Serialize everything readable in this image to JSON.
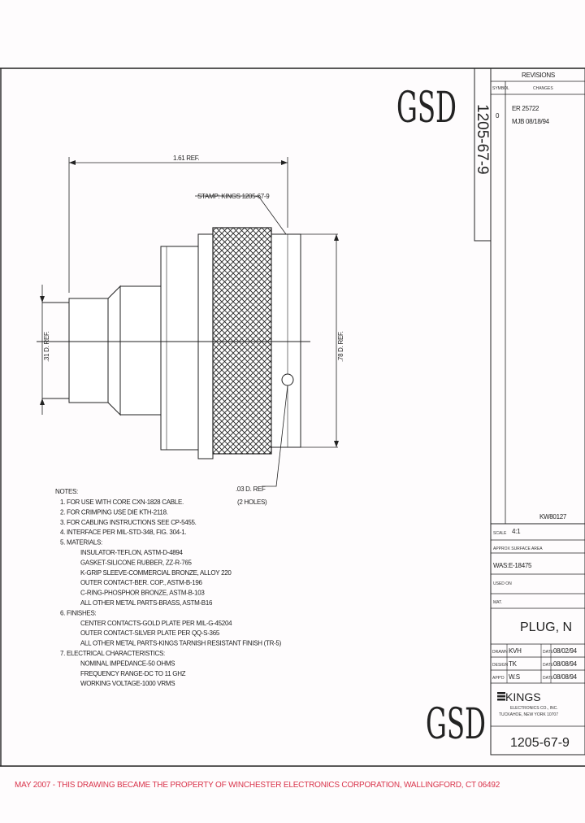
{
  "header": {
    "logo_top": "GSD",
    "part_number_vertical": "1205-67-9"
  },
  "revisions": {
    "title": "REVISIONS",
    "col_symbol": "SYMBOL",
    "col_changes": "CHANGES",
    "rows": [
      {
        "symbol": "0",
        "changes_line1": "ER  25722",
        "changes_line2": "MJB  08/18/94"
      }
    ]
  },
  "drawing": {
    "dim_length": "1.61 REF.",
    "stamp_label": "STAMP: KINGS 1205-67-9",
    "dim_small_dia": ".31 D. REF.",
    "dim_large_dia": ".78 D. REF.",
    "hole_label_line1": ".03 D. REF",
    "hole_label_line2": "(2 HOLES)"
  },
  "notes": {
    "title": "NOTES:",
    "lines": [
      "1. FOR USE WITH CORE CXN-1828 CABLE.",
      "2. FOR CRIMPING USE DIE KTH-2118.",
      "3. FOR CABLING INSTRUCTIONS SEE CP-5455.",
      "4. INTERFACE PER MIL-STD-348, FIG. 304-1.",
      "5. MATERIALS:",
      "INSULATOR-TEFLON, ASTM-D-4894",
      "GASKET-SILICONE RUBBER, ZZ-R-765",
      "K-GRIP SLEEVE-COMMERCIAL BRONZE, ALLOY 220",
      "OUTER CONTACT-BER. COP., ASTM-B-196",
      "C-RING-PHOSPHOR BRONZE, ASTM-B-103",
      "ALL OTHER METAL PARTS-BRASS, ASTM-B16",
      "6. FINISHES:",
      "CENTER CONTACTS-GOLD PLATE PER MIL-G-45204",
      "OUTER CONTACT-SILVER PLATE PER QQ-S-365",
      "ALL OTHER METAL PARTS-KINGS TARNISH RESISTANT FINISH (TR-5)",
      "7. ELECTRICAL CHARACTERISTICS:",
      "NOMINAL IMPEDANCE-50 OHMS",
      "FREQUENCY RANGE-DC TO 11 GHZ",
      "WORKING VOLTAGE-1000 VRMS"
    ]
  },
  "title_block": {
    "code": "KW80127",
    "scale_label": "SCALE",
    "scale_value": "4:1",
    "approx_label": "APPROX SURFACE AREA",
    "was_label": "WAS:",
    "was_value": "E-18475",
    "used_on_label": "USED ON",
    "mat_label": "MAT.",
    "title": "PLUG, N",
    "drawn_label": "DRAWN",
    "drawn_by": "KVH",
    "drawn_date": "08/02/94",
    "design_label": "DESIGN",
    "design_by": "TK",
    "design_date": "08/08/94",
    "appd_label": "APP'D",
    "appd_by": "W.S",
    "appd_date": "08/08/94",
    "date_label": "DATE",
    "company_name": "KINGS",
    "company_line1": "ELECTRONICS CO., INC.",
    "company_line2": "TUCKAHOE, NEW YORK 10707",
    "logo_bottom": "GSD",
    "part_number": "1205-67-9"
  },
  "footer": {
    "text": "MAY 2007 - THIS DRAWING BECAME THE PROPERTY OF WINCHESTER ELECTRONICS CORPORATION, WALLINGFORD, CT 06492",
    "color": "#d9334a"
  }
}
